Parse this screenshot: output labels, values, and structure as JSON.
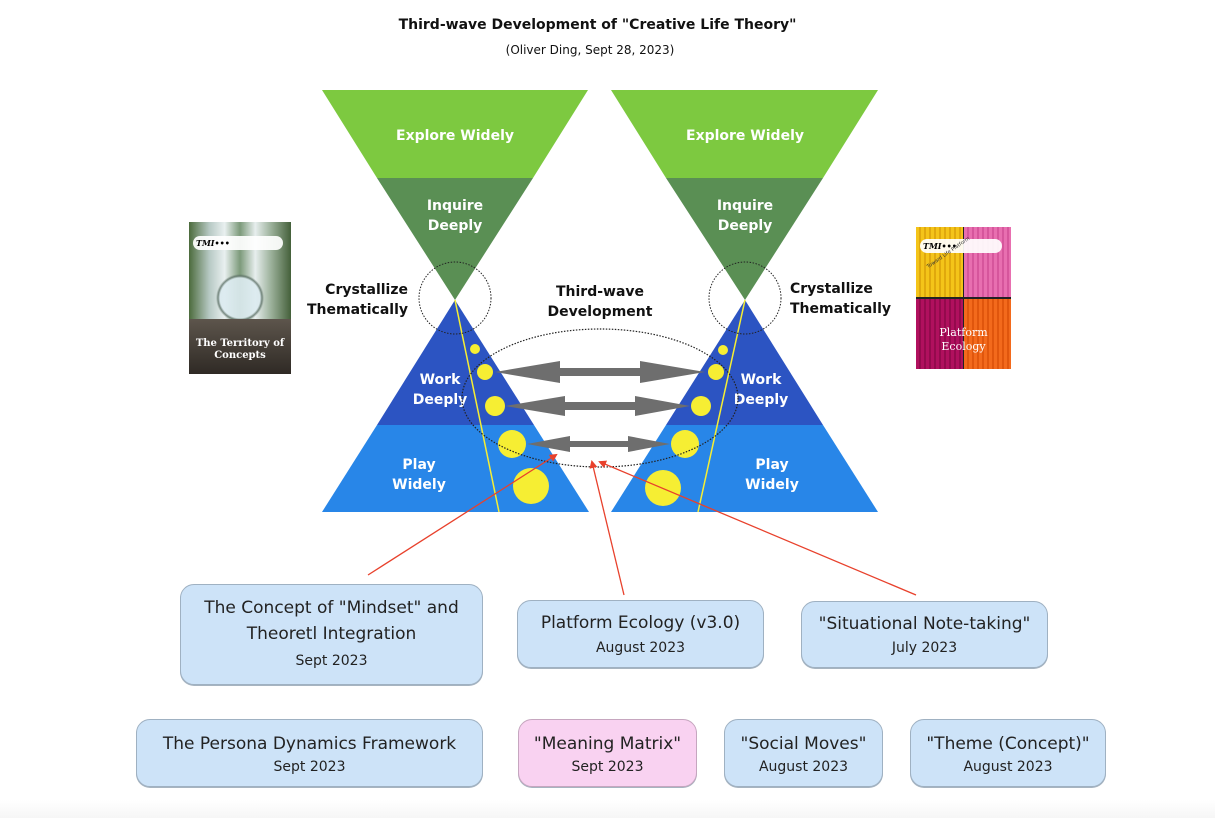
{
  "header": {
    "title": "Third-wave Development of \"Creative Life Theory\"",
    "subtitle": "(Oliver Ding, Sept 28, 2023)"
  },
  "colors": {
    "explore": "#7dc940",
    "inquire": "#5a8f54",
    "work": "#2c54c2",
    "play": "#2886e8",
    "dots": "#f6ee33",
    "arrow_gray": "#6e6e6e",
    "red_arrow": "#e8412c",
    "card_blue": "#cde3f8",
    "card_pink": "#f9d2f1"
  },
  "diagram": {
    "left": {
      "explore": "Explore Widely",
      "inquire": [
        "Inquire",
        "Deeply"
      ],
      "work": [
        "Work",
        "Deeply"
      ],
      "play": [
        "Play",
        "Widely"
      ]
    },
    "right": {
      "explore": "Explore Widely",
      "inquire": [
        "Inquire",
        "Deeply"
      ],
      "work": [
        "Work",
        "Deeply"
      ],
      "play": [
        "Play",
        "Widely"
      ]
    },
    "crystallize_left": [
      "Crystallize",
      "Thematically"
    ],
    "crystallize_right": [
      "Crystallize",
      "Thematically"
    ],
    "center_label": [
      "Third-wave",
      "Development"
    ]
  },
  "books": {
    "left": {
      "title": "The Territory of Concepts",
      "badge": "TMI•••"
    },
    "right": {
      "title": "Platform Ecology",
      "badge": "TMI•••",
      "tag": "Toward Life Platform"
    }
  },
  "cards_row1": [
    {
      "title_lines": [
        "The Concept of \"Mindset\" and",
        "Theoretl Integration"
      ],
      "date": "Sept 2023",
      "color": "blue"
    },
    {
      "title_lines": [
        "Platform Ecology (v3.0)"
      ],
      "date": "August 2023",
      "color": "blue"
    },
    {
      "title_lines": [
        "\"Situational Note-taking\""
      ],
      "date": "July 2023",
      "color": "blue"
    }
  ],
  "cards_row2": [
    {
      "title_lines": [
        "The Persona Dynamics Framework"
      ],
      "date": "Sept 2023",
      "color": "blue"
    },
    {
      "title_lines": [
        "\"Meaning Matrix\""
      ],
      "date": "Sept 2023",
      "color": "pink"
    },
    {
      "title_lines": [
        "\"Social Moves\""
      ],
      "date": "August 2023",
      "color": "blue"
    },
    {
      "title_lines": [
        "\"Theme (Concept)\""
      ],
      "date": "August 2023",
      "color": "blue"
    }
  ]
}
